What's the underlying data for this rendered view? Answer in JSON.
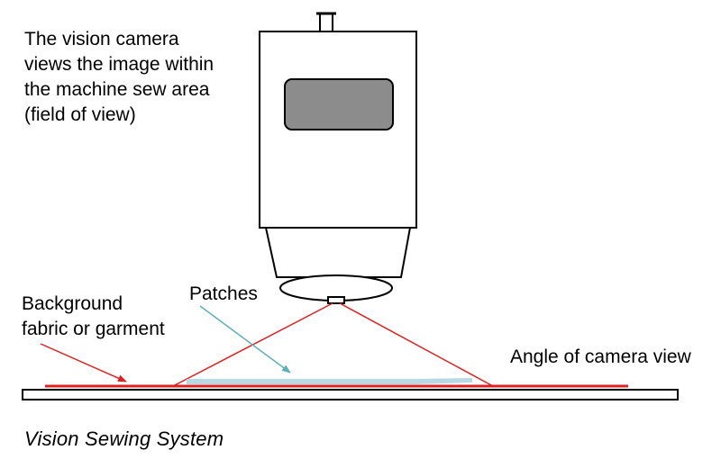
{
  "description": {
    "lines": [
      "The vision camera",
      "views the image within",
      "the machine sew area",
      "(field of view)"
    ]
  },
  "labels": {
    "background": [
      "Background",
      "fabric or garment"
    ],
    "patches": "Patches",
    "angle": "Angle of camera view"
  },
  "caption": "Vision Sewing System",
  "colors": {
    "outline": "#000000",
    "screen": "#8c8c8c",
    "fabric": "#e02020",
    "view_lines": "#e02020",
    "patch": "#b8d8e4",
    "patches_arrow": "#5cb0b8",
    "background_arrow": "#e02020"
  }
}
